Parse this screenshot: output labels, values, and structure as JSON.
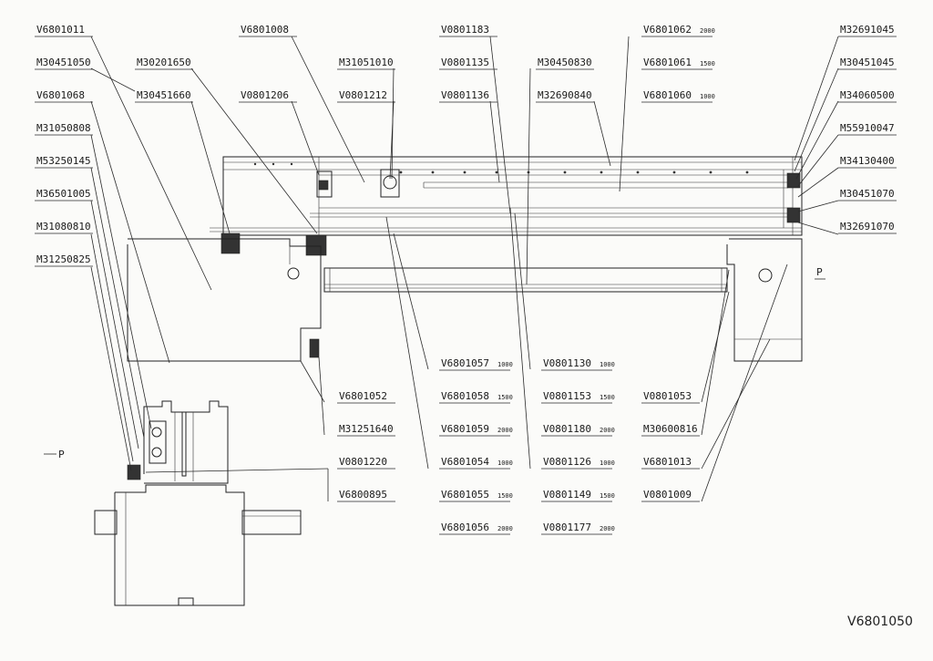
{
  "drawing_code": "V6801050",
  "section_marks": [
    "P",
    "P"
  ],
  "callouts": [
    {
      "code": "V6801011",
      "tone": "#2f6b3a",
      "size": ""
    },
    {
      "code": "M30451050",
      "tone": "#5a2f6b",
      "size": ""
    },
    {
      "code": "V6801068",
      "tone": "#2f6b3a",
      "size": ""
    },
    {
      "code": "M31050808",
      "tone": "#5a2f6b",
      "size": ""
    },
    {
      "code": "M53250145",
      "tone": "#5a2f6b",
      "size": ""
    },
    {
      "code": "M36501005",
      "tone": "#1a1a1a",
      "size": ""
    },
    {
      "code": "M31080810",
      "tone": "#1a1a1a",
      "size": ""
    },
    {
      "code": "M31250825",
      "tone": "#5a2f6b",
      "size": ""
    },
    {
      "code": "M30201650",
      "tone": "#1a1a1a",
      "size": ""
    },
    {
      "code": "M30451660",
      "tone": "#1a1a1a",
      "size": ""
    },
    {
      "code": "V6801008",
      "tone": "#1a1a1a",
      "size": ""
    },
    {
      "code": "V0801206",
      "tone": "#1a1a1a",
      "size": ""
    },
    {
      "code": "M31051010",
      "tone": "#1a1a1a",
      "size": ""
    },
    {
      "code": "V0801212",
      "tone": "#1a1a1a",
      "size": ""
    },
    {
      "code": "V0801183",
      "tone": "#1a1a1a",
      "size": ""
    },
    {
      "code": "V0801135",
      "tone": "#1a1a1a",
      "size": ""
    },
    {
      "code": "V0801136",
      "tone": "#1a1a1a",
      "size": ""
    },
    {
      "code": "M30450830",
      "tone": "#1a1a1a",
      "size": ""
    },
    {
      "code": "M32690840",
      "tone": "#1a1a1a",
      "size": ""
    },
    {
      "code": "V6801062",
      "tone": "#1a1a1a",
      "size": "2000"
    },
    {
      "code": "V6801061",
      "tone": "#1a1a1a",
      "size": "1500"
    },
    {
      "code": "V6801060",
      "tone": "#1a1a1a",
      "size": "1000"
    },
    {
      "code": "M32691045",
      "tone": "#1a1a1a",
      "size": ""
    },
    {
      "code": "M30451045",
      "tone": "#1a1a1a",
      "size": ""
    },
    {
      "code": "M34060500",
      "tone": "#1a1a1a",
      "size": ""
    },
    {
      "code": "M55910047",
      "tone": "#1a1a1a",
      "size": ""
    },
    {
      "code": "M34130400",
      "tone": "#1a1a1a",
      "size": ""
    },
    {
      "code": "M30451070",
      "tone": "#1a1a1a",
      "size": ""
    },
    {
      "code": "M32691070",
      "tone": "#1a1a1a",
      "size": ""
    },
    {
      "code": "V6801052",
      "tone": "#1a1a1a",
      "size": ""
    },
    {
      "code": "M31251640",
      "tone": "#1a1a1a",
      "size": ""
    },
    {
      "code": "V0801220",
      "tone": "#1a1a1a",
      "size": ""
    },
    {
      "code": "V6800895",
      "tone": "#1a1a1a",
      "size": ""
    },
    {
      "code": "V6801057",
      "tone": "#1a1a1a",
      "size": "1000"
    },
    {
      "code": "V6801058",
      "tone": "#1a1a1a",
      "size": "1500"
    },
    {
      "code": "V6801059",
      "tone": "#1a1a1a",
      "size": "2000"
    },
    {
      "code": "V6801054",
      "tone": "#1a1a1a",
      "size": "1000"
    },
    {
      "code": "V6801055",
      "tone": "#1a1a1a",
      "size": "1500"
    },
    {
      "code": "V6801056",
      "tone": "#1a1a1a",
      "size": "2000"
    },
    {
      "code": "V0801130",
      "tone": "#1a1a1a",
      "size": "1000"
    },
    {
      "code": "V0801153",
      "tone": "#1a1a1a",
      "size": "1500"
    },
    {
      "code": "V0801180",
      "tone": "#1a1a1a",
      "size": "2000"
    },
    {
      "code": "V0801126",
      "tone": "#1a1a1a",
      "size": "1000"
    },
    {
      "code": "V0801149",
      "tone": "#1a1a1a",
      "size": "1500"
    },
    {
      "code": "V0801177",
      "tone": "#1a1a1a",
      "size": "2000"
    },
    {
      "code": "V0801053",
      "tone": "#1a1a1a",
      "size": ""
    },
    {
      "code": "M30600816",
      "tone": "#1a1a1a",
      "size": ""
    },
    {
      "code": "V6801013",
      "tone": "#1a1a1a",
      "size": ""
    },
    {
      "code": "V0801009",
      "tone": "#1a1a1a",
      "size": ""
    }
  ]
}
